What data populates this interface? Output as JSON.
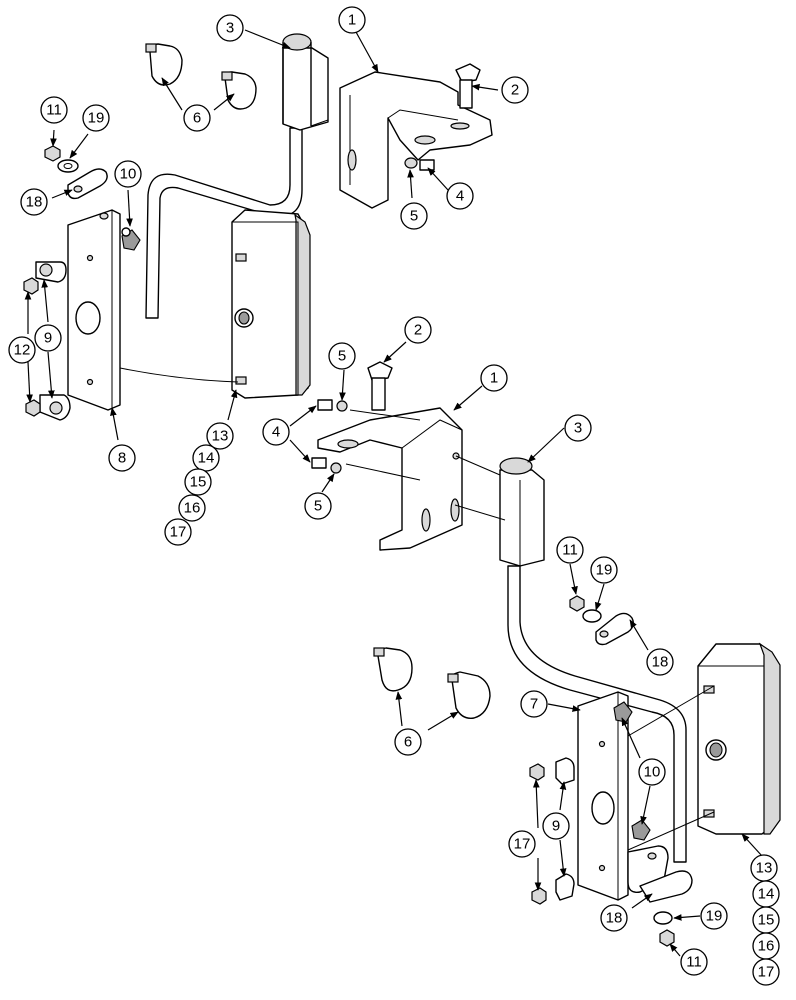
{
  "labels": [
    "1",
    "2",
    "3",
    "4",
    "5",
    "6",
    "7",
    "8",
    "9",
    "10",
    "11",
    "12",
    "13",
    "14",
    "15",
    "16",
    "17",
    "18",
    "19"
  ],
  "colors": {
    "line": "#000000",
    "fill": "#ffffff",
    "shade": "#d9d9d9",
    "dark": "#9a9a9a"
  }
}
